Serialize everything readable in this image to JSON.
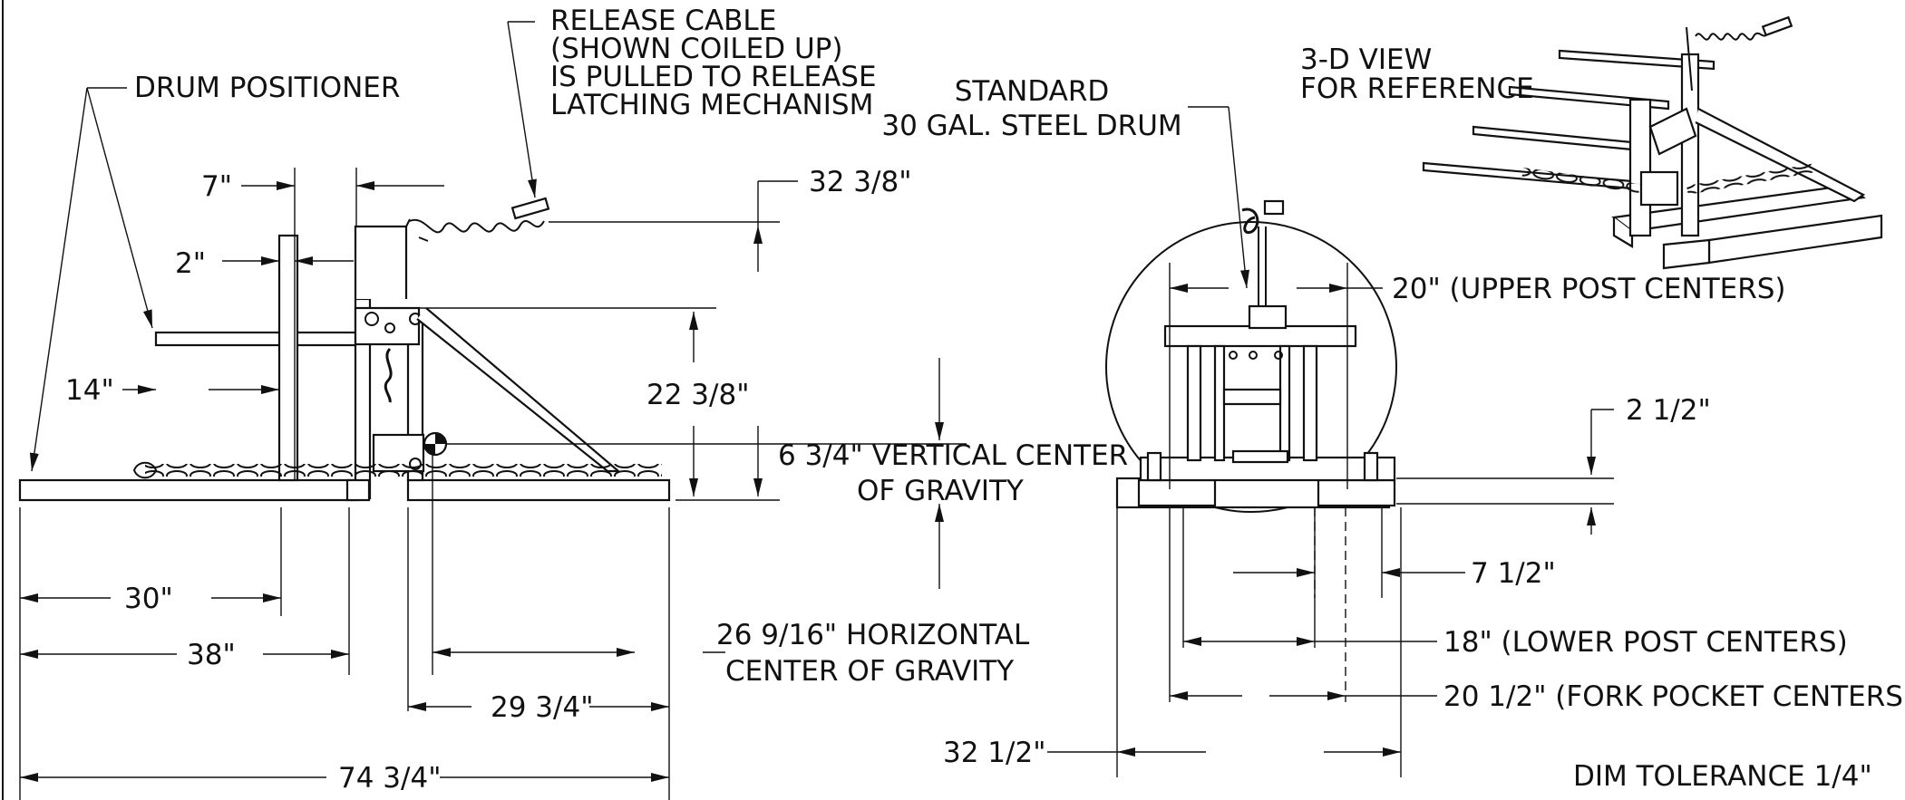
{
  "labels": {
    "release_cable": [
      "RELEASE CABLE",
      "(SHOWN COILED UP)",
      "IS PULLED TO RELEASE",
      "LATCHING MECHANISM"
    ],
    "drum_positioner": "DRUM POSITIONER",
    "standard_drum": [
      "STANDARD",
      "30 GAL. STEEL DRUM"
    ],
    "view_3d": [
      "3-D VIEW",
      "FOR REFERENCE"
    ],
    "vertical_cg": [
      "6 3/4\" VERTICAL CENTER",
      "OF GRAVITY"
    ],
    "horizontal_cg": [
      "26 9/16\" HORIZONTAL",
      "CENTER OF GRAVITY"
    ],
    "tolerance": "DIM TOLERANCE 1/4\""
  },
  "dimensions": {
    "d7": "7\"",
    "d2": "2\"",
    "d14": "14\"",
    "d32_3_8": "32 3/8\"",
    "d22_3_8": "22 3/8\"",
    "d30": "30\"",
    "d38": "38\"",
    "d29_3_4": "29 3/4\"",
    "d74_3_4": "74 3/4\"",
    "upper_post": "20\" (UPPER POST  CENTERS)",
    "d2_1_2": "2 1/2\"",
    "d7_1_2": "7 1/2\"",
    "lower_post": "18\" (LOWER POST CENTERS)",
    "fork_pocket": "20 1/2\" (FORK POCKET CENTERS)",
    "d32_1_2": "32 1/2\""
  },
  "icons": [
    "drum-handler-side-view",
    "drum-handler-front-view",
    "drum-handler-3d-view",
    "coil-spring-icon",
    "chain-icon",
    "center-of-gravity-icon"
  ]
}
